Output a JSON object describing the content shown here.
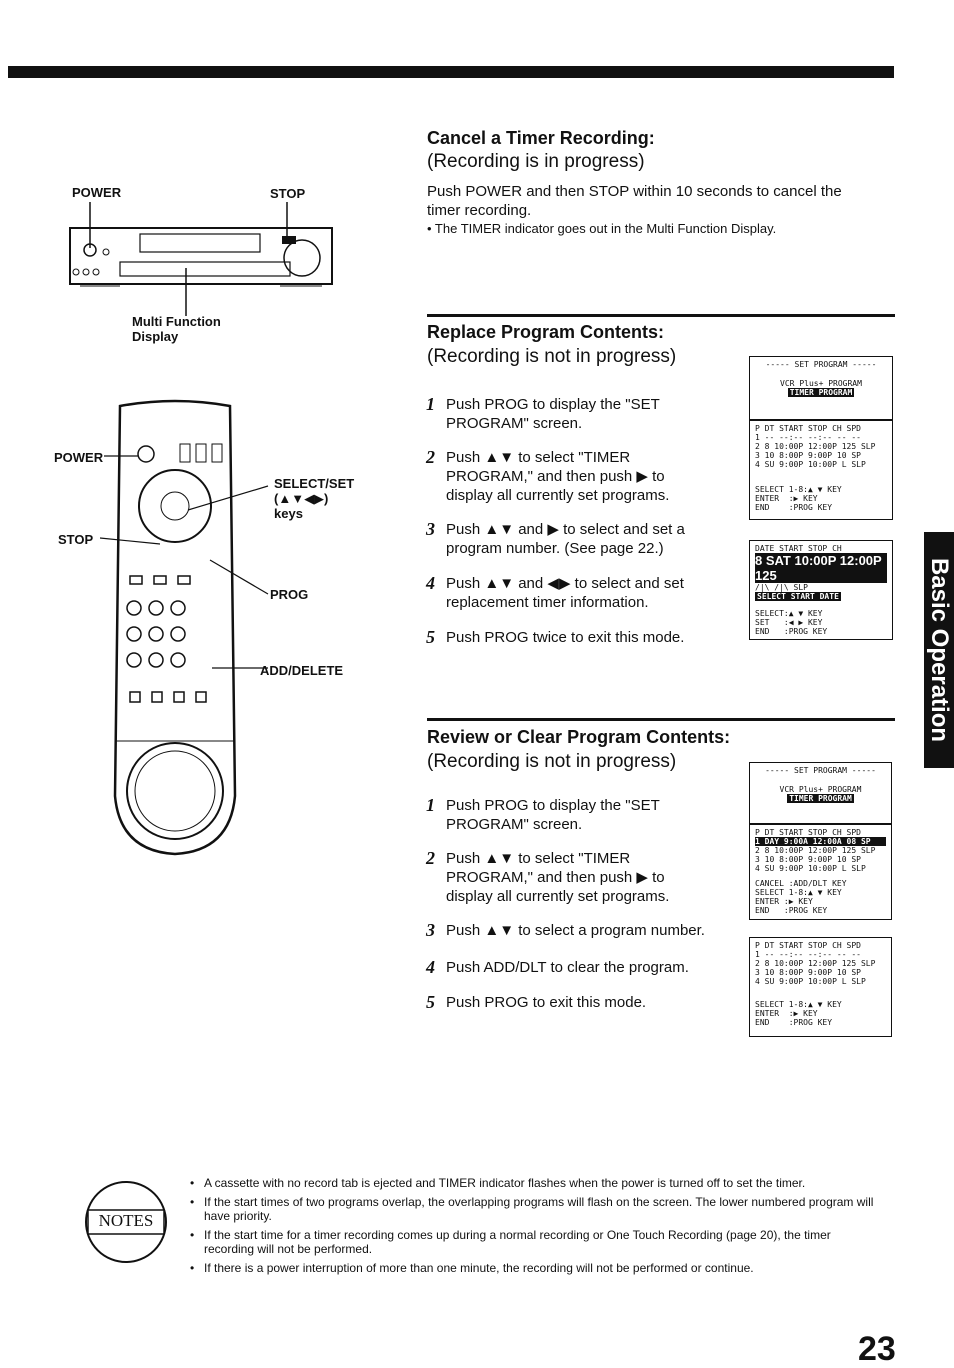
{
  "page_number": "23",
  "side_tab": "Basic Operation",
  "vcr_labels": {
    "power": "POWER",
    "stop": "STOP",
    "display": "Multi Function\nDisplay"
  },
  "remote_labels": {
    "power": "POWER",
    "stop": "STOP",
    "select": "SELECT/SET\n(▲▼◀▶)\nkeys",
    "prog": "PROG",
    "add_delete": "ADD/DELETE"
  },
  "cancel": {
    "title": "Cancel a Timer Recording:",
    "subtitle": "(Recording is in progress)",
    "body": "Push POWER and then STOP within 10 seconds to cancel the timer recording.",
    "note": "• The TIMER indicator goes out in the Multi Function Display."
  },
  "replace": {
    "title": "Replace Program Contents:",
    "subtitle": "(Recording is not in progress)",
    "steps": [
      {
        "n": "1",
        "text": "Push PROG to display the \"SET PROGRAM\" screen."
      },
      {
        "n": "2",
        "text": "Push ▲▼ to select \"TIMER PROGRAM,\" and then push ▶ to display all currently set programs."
      },
      {
        "n": "3",
        "text": "Push ▲▼ and ▶ to select and set a program number. (See page 22.)"
      },
      {
        "n": "4",
        "text": "Push ▲▼ and ◀▶ to select and set replacement timer information."
      },
      {
        "n": "5",
        "text": "Push PROG twice to exit this mode."
      }
    ]
  },
  "review": {
    "title": "Review or Clear Program Contents:",
    "subtitle": "(Recording is not in progress)",
    "steps": [
      {
        "n": "1",
        "text": "Push PROG to display the \"SET PROGRAM\" screen."
      },
      {
        "n": "2",
        "text": "Push ▲▼ to select \"TIMER PROGRAM,\" and then push ▶ to display all currently set programs."
      },
      {
        "n": "3",
        "text": "Push ▲▼ to select a program number."
      },
      {
        "n": "4",
        "text": "Push ADD/DLT to clear the program."
      },
      {
        "n": "5",
        "text": "Push PROG to exit this mode."
      }
    ]
  },
  "screens": {
    "set_program_header": "----- SET PROGRAM -----",
    "vcr_plus": "VCR Plus+ PROGRAM",
    "timer_program": "TIMER PROGRAM",
    "table_header": "P DT START  STOP  CH SPD",
    "rows": [
      "1 -- --:--  --:--  -- --",
      "2  8 10:00P 12:00P 125 SLP",
      "3 10  8:00P  9:00P  10  SP",
      "4 SU  9:00P 10:00P   L SLP"
    ],
    "menu_a": "SELECT 1-8:▲ ▼ KEY\nENTER  :▶ KEY\nEND    :PROG KEY",
    "date_header": "DATE  START  STOP  CH",
    "date_row": "8 SAT 10:00P 12:00P 125",
    "date_row2": "/|\\ /|\\                    SLP",
    "select_start_date": "SELECT START DATE",
    "menu_b": "SELECT:▲ ▼ KEY\nSET   :◀ ▶ KEY\nEND   :PROG KEY",
    "review_row1": "1 DAY  9:00A 12:00A  08 SP",
    "menu_c": "CANCEL :ADD/DLT KEY\nSELECT 1-8:▲ ▼ KEY\nENTER :▶ KEY\nEND   :PROG KEY"
  },
  "notes_label": "NOTES",
  "notes": [
    "A cassette with no record tab is ejected and TIMER indicator flashes when the power is turned off to set the timer.",
    "If the start times of two programs overlap, the overlapping programs will flash on the screen. The lower numbered program will have priority.",
    "If the start time for a timer recording comes up during a normal recording or One Touch Recording (page 20), the timer recording will not be performed.",
    "If there is a power interruption of more than one minute, the recording will not be performed or continue."
  ]
}
